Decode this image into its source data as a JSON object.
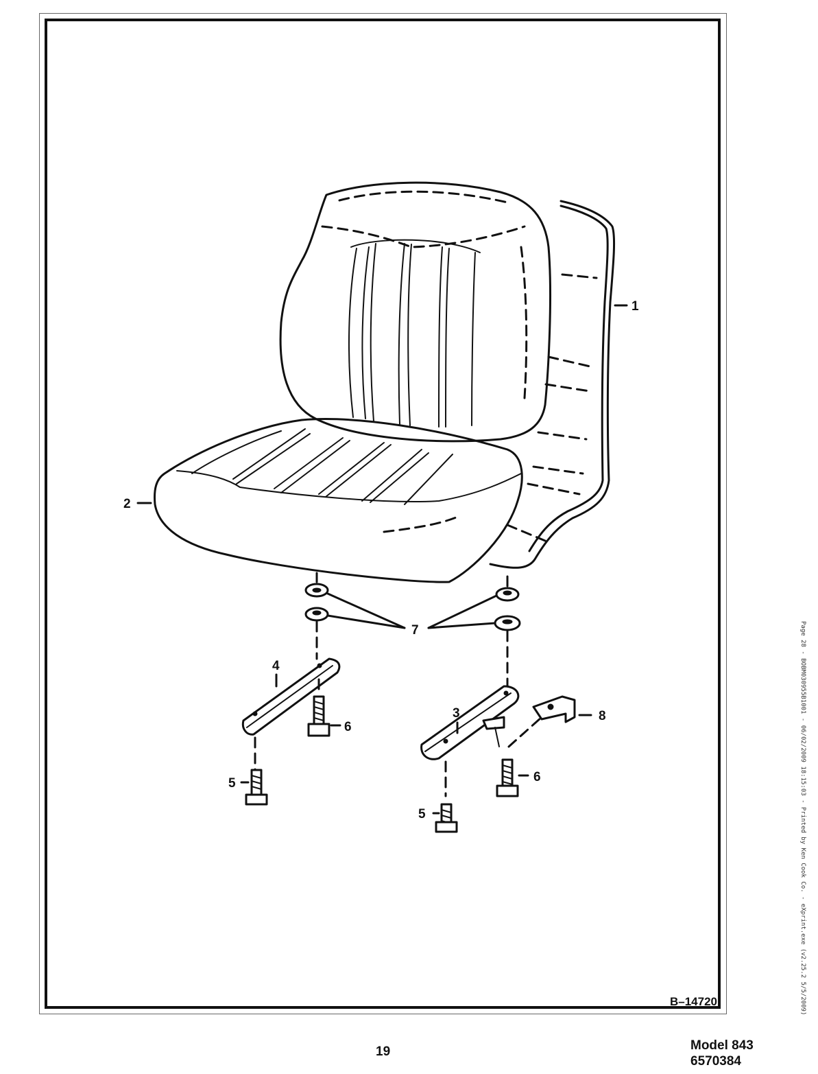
{
  "diagram_ref": "B–14720",
  "page_number": "19",
  "model_line1": "Model 843",
  "model_line2": "6570384",
  "side_print": "Page 28 - BOBM030955B1001 - 06/02/2009 18:15:03 - Printed by Ken Cook Co. - eXprint.exe (v2.25.2 5/5/2009)",
  "callouts": {
    "c1": "1",
    "c2": "2",
    "c3": "3",
    "c4": "4",
    "c5a": "5",
    "c5b": "5",
    "c6a": "6",
    "c6b": "6",
    "c7": "7",
    "c8": "8"
  }
}
